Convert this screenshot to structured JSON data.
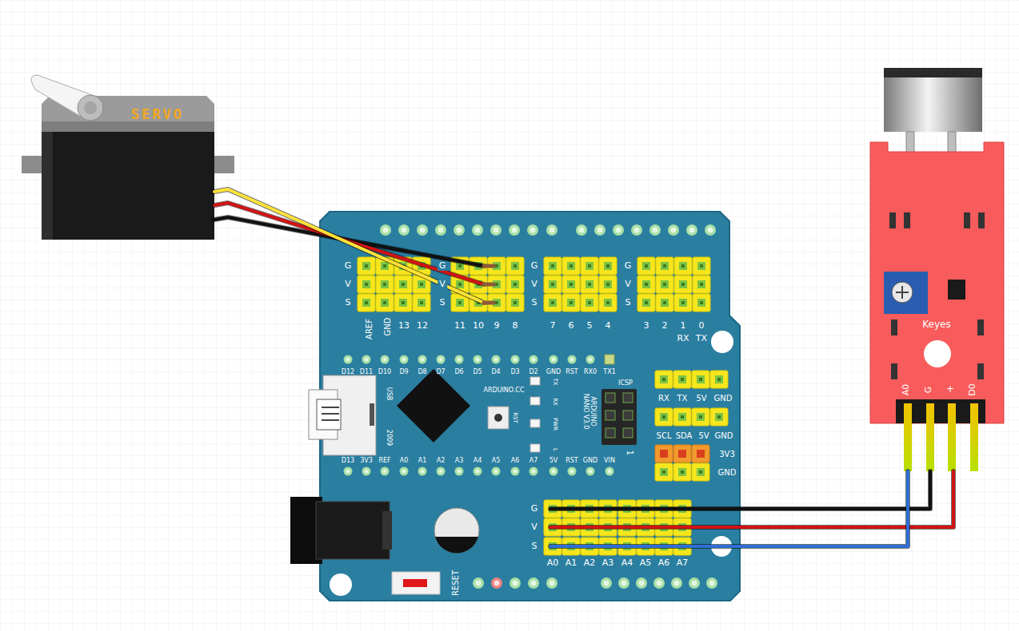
{
  "diagram": {
    "nodes": [
      {
        "text": [
          "SERVO"
        ]
      },
      {
        "text": [
          "RESET"
        ]
      },
      {
        "text": [
          "ARDUINO.CC",
          "ARDUINO NANO V3.0"
        ],
        "in": 1
      },
      {
        "text": [
          "Keyes"
        ]
      }
    ],
    "edges": [
      {
        "from": 0,
        "to": 1,
        "arrow": "none"
      },
      {
        "from": 0,
        "to": 1,
        "arrow": "none"
      },
      {
        "from": 0,
        "to": 1,
        "arrow": "none"
      },
      {
        "from": 3,
        "to": 1,
        "arrow": "none"
      },
      {
        "from": 3,
        "to": 1,
        "arrow": "none"
      },
      {
        "from": 3,
        "to": 1,
        "arrow": "none"
      }
    ],
    "labels": [
      "G",
      "V",
      "S",
      "G",
      "V",
      "S",
      "G",
      "V",
      "S",
      "G",
      "V",
      "S",
      "AREF",
      "GND",
      "13",
      "12",
      "11",
      "10",
      "9",
      "8",
      "7",
      "6",
      "5",
      "4",
      "3",
      "2",
      "1",
      "0",
      "RX",
      "TX",
      "D12",
      "D11",
      "D10",
      "D9",
      "D8",
      "D7",
      "D6",
      "D5",
      "D4",
      "D3",
      "D2",
      "GND",
      "RST",
      "RX0",
      "TX1",
      "D13",
      "3V3",
      "REF",
      "A0",
      "A1",
      "A2",
      "A3",
      "A4",
      "A5",
      "A6",
      "A7",
      "5V",
      "RST",
      "GND",
      "VIN",
      "USB",
      "2009",
      "TX",
      "RX",
      "PWR",
      "L",
      "RST",
      "ICSP",
      "1",
      "RX",
      "TX",
      "5V",
      "GND",
      "SCL",
      "SDA",
      "5V",
      "GND",
      "3V3",
      "GND",
      "G",
      "V",
      "S",
      "A0",
      "A1",
      "A2",
      "A3",
      "A4",
      "A5",
      "A6",
      "A7",
      "A0",
      "G",
      "+",
      "D0"
    ]
  }
}
